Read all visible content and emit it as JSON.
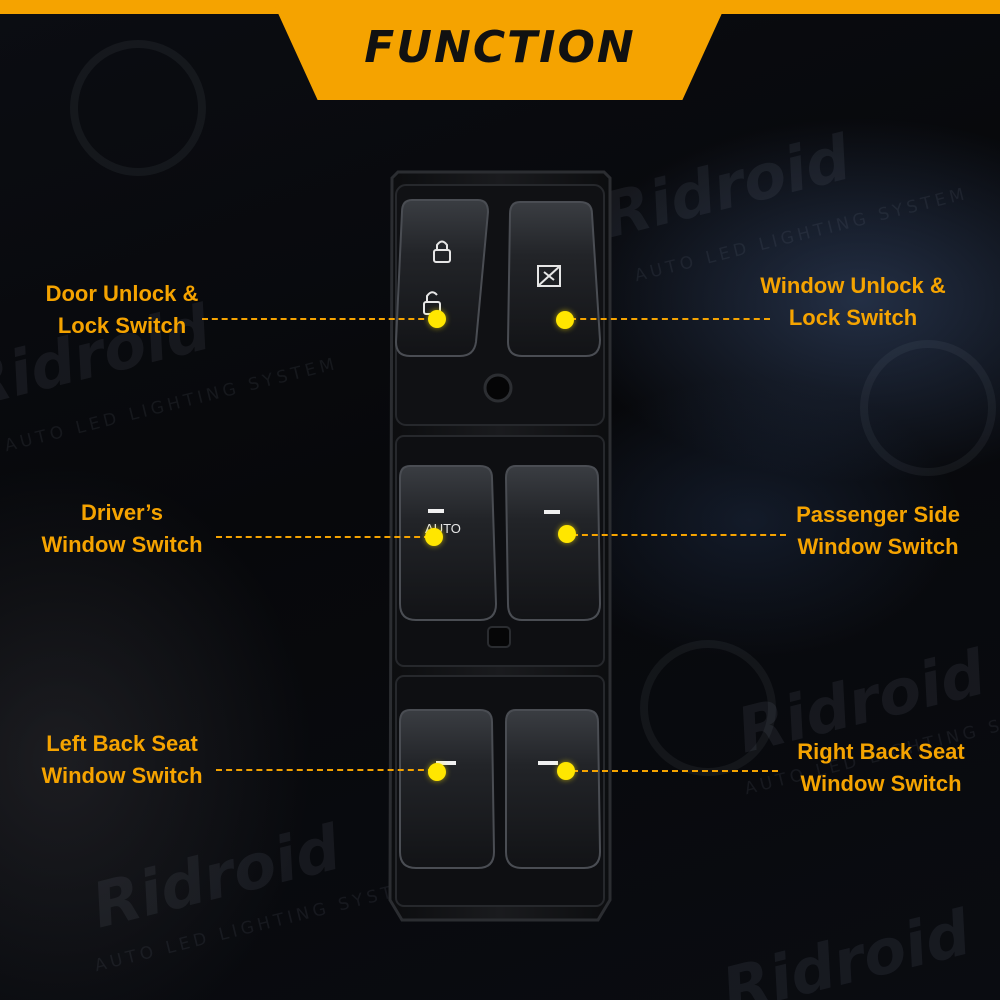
{
  "header": {
    "title": "FUNCTION"
  },
  "watermark": {
    "brand": "Ridroid",
    "tagline": "AUTO LED LIGHTING SYSTEM"
  },
  "switch_panel": {
    "auto_marker": "AUTO"
  },
  "callouts": {
    "door_lock": [
      "Door Unlock &",
      "Lock Switch"
    ],
    "window_lock": [
      "Window Unlock &",
      "Lock Switch"
    ],
    "driver_window": [
      "Driver’s",
      "Window Switch"
    ],
    "passenger_window": [
      "Passenger Side",
      "Window Switch"
    ],
    "left_back_window": [
      "Left Back Seat",
      "Window Switch"
    ],
    "right_back_window": [
      "Right Back Seat",
      "Window Switch"
    ]
  },
  "colors": {
    "accent": "#f5a300",
    "marker": "#ffe600"
  }
}
